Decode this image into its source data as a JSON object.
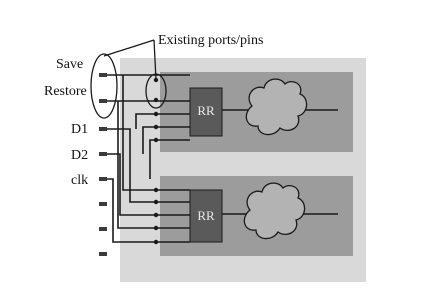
{
  "diagram": {
    "callout_label": "Existing ports/pins",
    "pin_labels": [
      "Save",
      "Restore",
      "D1",
      "D2",
      "clk"
    ],
    "block_labels": [
      "RR",
      "RR"
    ],
    "colors": {
      "outer_panel": "#d9d9d9",
      "inner_region": "#9c9c9c",
      "rr_box": "#5a5a5a",
      "cloud_fill": "#b3b3b3",
      "wire": "#1a1a1a",
      "pin": "#3a3a3a"
    }
  }
}
